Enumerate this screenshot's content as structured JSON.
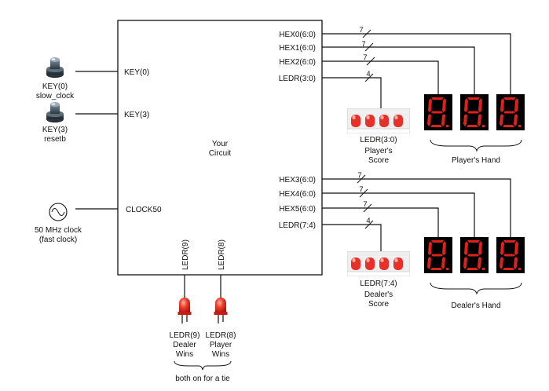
{
  "circuit": {
    "title_line1": "Your",
    "title_line2": "Circuit",
    "left_ports": [
      "KEY(0)",
      "KEY(3)",
      "CLOCK50"
    ],
    "right_ports_top": [
      "HEX0(6:0)",
      "HEX1(6:0)",
      "HEX2(6:0)",
      "LEDR(3:0)"
    ],
    "right_ports_bottom": [
      "HEX3(6:0)",
      "HEX4(6:0)",
      "HEX5(6:0)",
      "LEDR(7:4)"
    ],
    "bottom_ports": [
      "LEDR(9)",
      "LEDR(8)"
    ]
  },
  "bus_widths_top": [
    "7",
    "7",
    "7",
    "4"
  ],
  "bus_widths_bottom": [
    "7",
    "7",
    "7",
    "4"
  ],
  "inputs": {
    "key0_line1": "KEY(0)",
    "key0_line2": "slow_clock",
    "key3_line1": "KEY(3)",
    "key3_line2": "resetb",
    "clock_line1": "50 MHz clock",
    "clock_line2": "(fast clock)"
  },
  "player": {
    "led_label": "LEDR(3:0)",
    "score_line1": "Player's",
    "score_line2": "Score",
    "hand_label": "Player's Hand"
  },
  "dealer": {
    "led_label": "LEDR(7:4)",
    "score_line1": "Dealer's",
    "score_line2": "Score",
    "hand_label": "Dealer's Hand"
  },
  "win_leds": {
    "dealer_line1": "LEDR(9)",
    "dealer_line2": "Dealer",
    "dealer_line3": "Wins",
    "player_line1": "LEDR(8)",
    "player_line2": "Player",
    "player_line3": "Wins",
    "tie_note": "both on for a tie"
  },
  "colors": {
    "segment_red": "#e0211b",
    "led_red": "#ef3b2c",
    "display_bg": "#000000"
  },
  "icons": {
    "pushbutton": "pushbutton-icon",
    "clock": "sine-wave-clock-icon",
    "led": "led-icon",
    "seven_segment": "seven-segment-display-icon"
  }
}
